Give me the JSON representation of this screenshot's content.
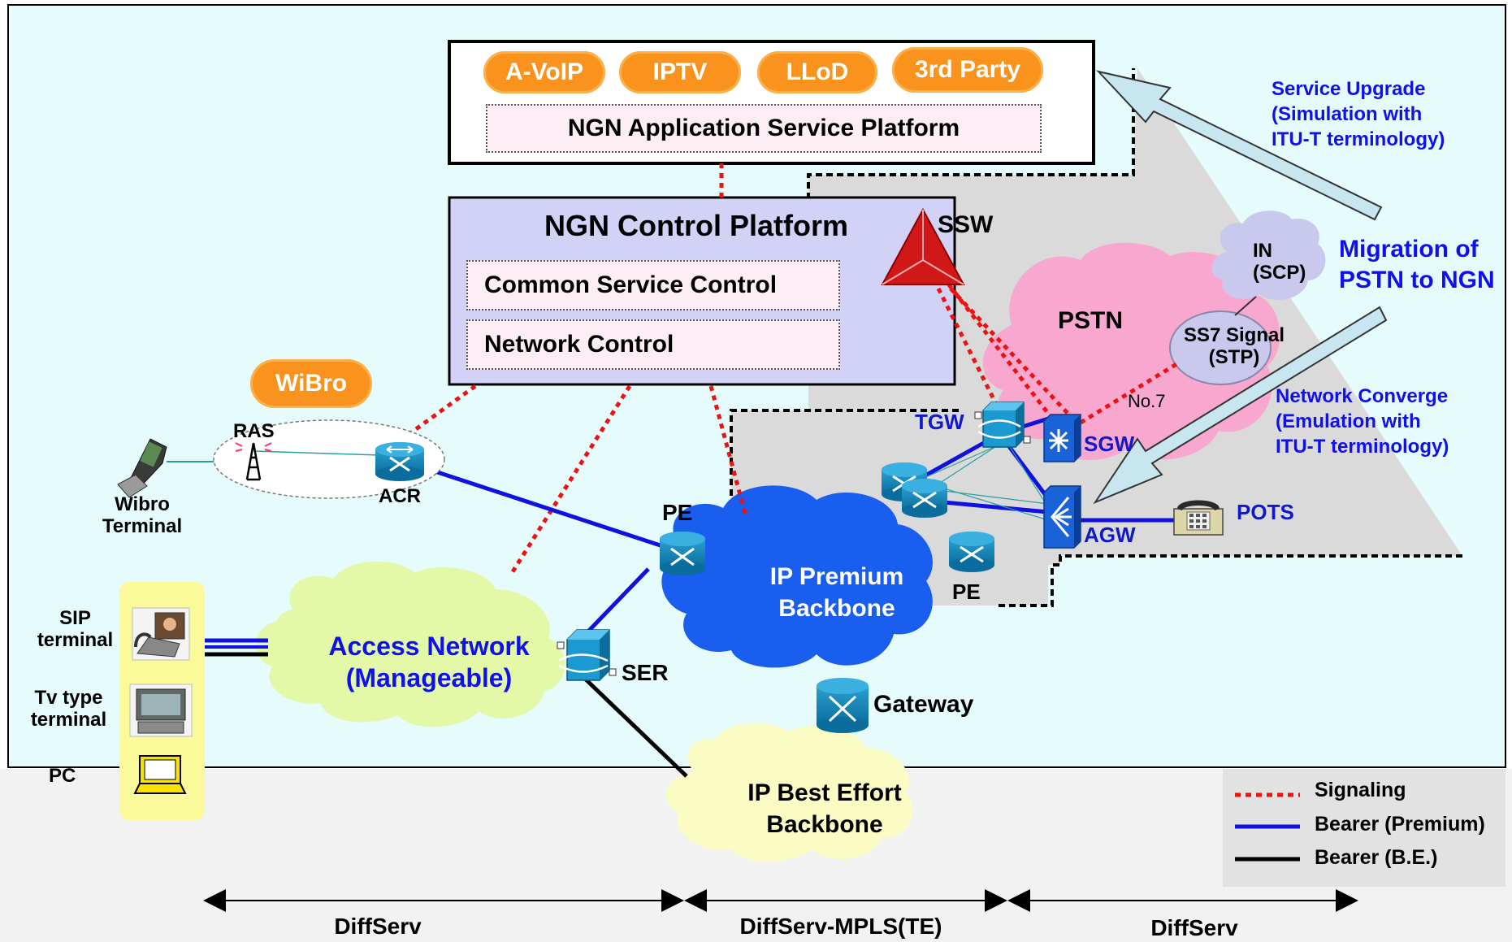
{
  "services": [
    "A-VoIP",
    "IPTV",
    "LLoD",
    "3rd Party"
  ],
  "ngn_app_platform": "NGN Application Service  Platform",
  "ngn_control": {
    "title": "NGN Control Platform",
    "items": [
      "Common Service Control",
      "Network Control"
    ]
  },
  "ssw": "SSW",
  "wibro": "WiBro",
  "ras": "RAS",
  "acr": "ACR",
  "wibro_terminal": [
    "Wibro",
    "Terminal"
  ],
  "pe_left": "PE",
  "pe_right": "PE",
  "ser": "SER",
  "gateway": "Gateway",
  "tgw": "TGW",
  "sgw": "SGW",
  "agw": "AGW",
  "pots": "POTS",
  "no7": "No.7",
  "pstn": "PSTN",
  "in_scp": [
    "IN",
    "(SCP)"
  ],
  "ss7": [
    "SS7 Signal",
    "(STP)"
  ],
  "service_upgrade": [
    "Service Upgrade",
    "(Simulation with",
    "ITU-T terminology)"
  ],
  "migration": [
    "Migration of",
    "PSTN to NGN"
  ],
  "network_converge": [
    "Network Converge",
    "(Emulation with",
    "ITU-T terminology)"
  ],
  "ip_premium": [
    "IP Premium",
    "Backbone"
  ],
  "access_network": [
    "Access Network",
    "(Manageable)"
  ],
  "ip_best_effort": [
    "IP Best Effort",
    "Backbone"
  ],
  "terminals": {
    "sip": [
      "SIP",
      "terminal"
    ],
    "tv": [
      "Tv type",
      "terminal"
    ],
    "pc": "PC"
  },
  "legend": {
    "signaling": "Signaling",
    "bearer_premium": "Bearer (Premium)",
    "bearer_be": "Bearer (B.E.)"
  },
  "domains": [
    "DiffServ",
    "DiffServ-MPLS(TE)",
    "DiffServ"
  ],
  "colors": {
    "background_main": "#e6fbfc",
    "signaling": "#ee1111",
    "bearer_premium": "#1010e0",
    "bearer_be": "#000000",
    "service_pill": "#f9931d",
    "pstn_cloud": "#f8a8cf",
    "premium_cloud": "#1a5ef0",
    "access_cloud": "#e4f9a8",
    "best_effort_cloud": "#fbfcc4",
    "control_platform": "#d2d2f6"
  }
}
